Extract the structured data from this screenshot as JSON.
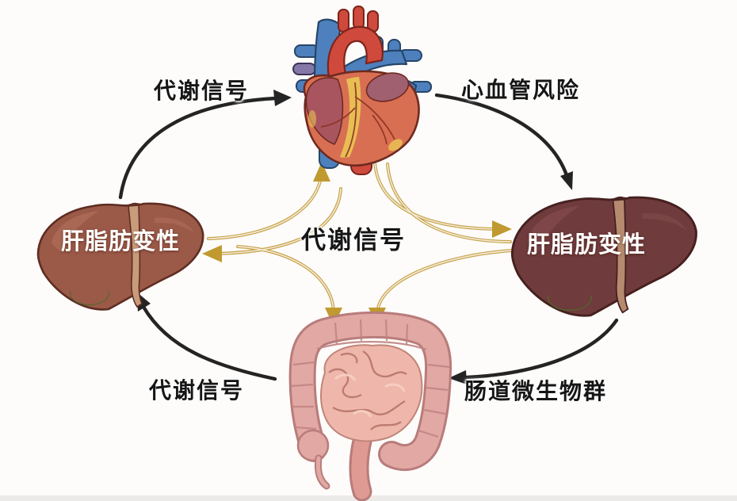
{
  "labels": {
    "metabolic_signal_top": "代谢信号",
    "cardiovascular_risk": "心血管风险",
    "metabolic_signal_center": "代谢信号",
    "metabolic_signal_bottom": "代谢信号",
    "gut_microbiota": "肠道微生物群",
    "hepatic_steatosis_left": "肝脂肪变性",
    "hepatic_steatosis_right": "肝脂肪变性"
  },
  "organs": {
    "top": "heart",
    "left": "liver",
    "right": "liver",
    "bottom": "intestine"
  },
  "edges": [
    {
      "from": "liver-left",
      "to": "heart",
      "label": "代谢信号",
      "color": "black"
    },
    {
      "from": "heart",
      "to": "liver-right",
      "label": "心血管风险",
      "color": "black"
    },
    {
      "from": "liver-right",
      "to": "intestine",
      "label": "肠道微生物群",
      "color": "black"
    },
    {
      "from": "intestine",
      "to": "liver-left",
      "label": "代谢信号",
      "color": "black"
    },
    {
      "between": "heart, liver-left, liver-right, intestine",
      "label": "代谢信号",
      "color": "gold",
      "style": "crossing multi-arrow"
    }
  ],
  "colors": {
    "background": "#fdfcfa",
    "black_arrow": "#242424",
    "gold_arrow": "#c8a44f",
    "gold_arrow_core": "#f6eedb",
    "gold_arrowhead": "#c09a30",
    "label_text": "#161616",
    "liver_label_text": "#ffffff",
    "liver_left_body": "#9b5948",
    "liver_right_body": "#6f3b3c",
    "gallbladder_green": "#82a054",
    "heart_red": "#cf4a3c",
    "heart_blue": "#4d80bd",
    "heart_body": "#d96f52",
    "heart_fat_yellow": "#e9c254",
    "intestine_pink": "#e2a8a4",
    "intestine_inner": "#efb7ab"
  }
}
